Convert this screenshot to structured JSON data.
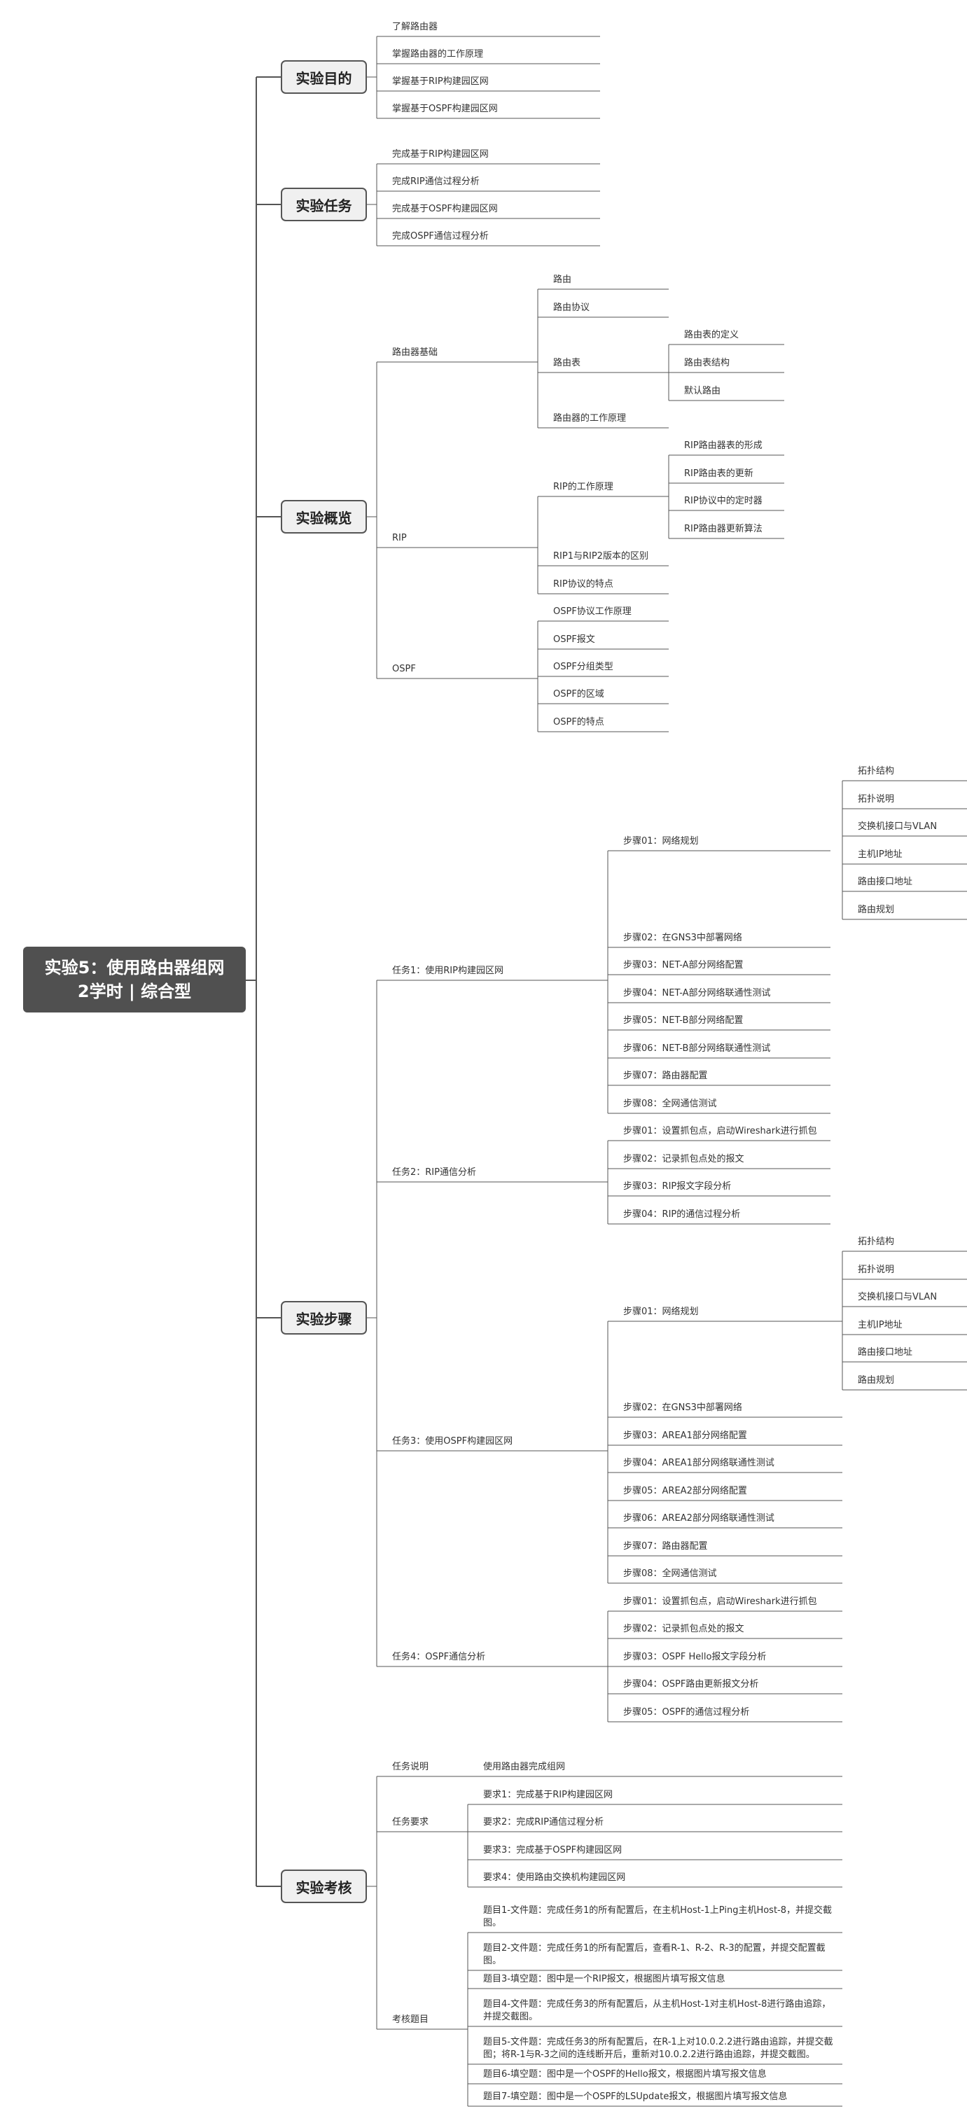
{
  "root": {
    "line1": "实验5：使用路由器组网",
    "line2": "2学时 | 综合型"
  },
  "mindmap": {
    "branches": [
      {
        "label": "实验目的",
        "children": [
          {
            "label": "了解路由器"
          },
          {
            "label": "掌握路由器的工作原理"
          },
          {
            "label": "掌握基于RIP构建园区网"
          },
          {
            "label": "掌握基于OSPF构建园区网"
          }
        ]
      },
      {
        "label": "实验任务",
        "children": [
          {
            "label": "完成基于RIP构建园区网"
          },
          {
            "label": "完成RIP通信过程分析"
          },
          {
            "label": "完成基于OSPF构建园区网"
          },
          {
            "label": "完成OSPF通信过程分析"
          }
        ]
      },
      {
        "label": "实验概览",
        "children": [
          {
            "label": "路由器基础",
            "children": [
              {
                "label": "路由"
              },
              {
                "label": "路由协议"
              },
              {
                "label": "路由表",
                "children": [
                  {
                    "label": "路由表的定义"
                  },
                  {
                    "label": "路由表结构"
                  },
                  {
                    "label": "默认路由"
                  }
                ]
              },
              {
                "label": "路由器的工作原理"
              }
            ]
          },
          {
            "label": "RIP",
            "children": [
              {
                "label": "RIP的工作原理",
                "children": [
                  {
                    "label": "RIP路由器表的形成"
                  },
                  {
                    "label": "RIP路由表的更新"
                  },
                  {
                    "label": "RIP协议中的定时器"
                  },
                  {
                    "label": "RIP路由器更新算法"
                  }
                ]
              },
              {
                "label": "RIP1与RIP2版本的区别"
              },
              {
                "label": "RIP协议的特点"
              }
            ]
          },
          {
            "label": "OSPF",
            "children": [
              {
                "label": "OSPF协议工作原理"
              },
              {
                "label": "OSPF报文"
              },
              {
                "label": "OSPF分组类型"
              },
              {
                "label": "OSPF的区域"
              },
              {
                "label": "OSPF的特点"
              }
            ]
          }
        ]
      },
      {
        "label": "实验步骤",
        "children": [
          {
            "label": "任务1：使用RIP构建园区网",
            "children": [
              {
                "label": "步骤01：网络规划",
                "children": [
                  {
                    "label": "拓扑结构"
                  },
                  {
                    "label": "拓扑说明"
                  },
                  {
                    "label": "交换机接口与VLAN"
                  },
                  {
                    "label": "主机IP地址"
                  },
                  {
                    "label": "路由接口地址"
                  },
                  {
                    "label": "路由规划"
                  }
                ]
              },
              {
                "label": "步骤02：在GNS3中部署网络"
              },
              {
                "label": "步骤03：NET-A部分网络配置"
              },
              {
                "label": "步骤04：NET-A部分网络联通性测试"
              },
              {
                "label": "步骤05：NET-B部分网络配置"
              },
              {
                "label": "步骤06：NET-B部分网络联通性测试"
              },
              {
                "label": "步骤07：路由器配置"
              },
              {
                "label": "步骤08：全网通信测试"
              }
            ]
          },
          {
            "label": "任务2：RIP通信分析",
            "children": [
              {
                "label": "步骤01：设置抓包点，启动Wireshark进行抓包"
              },
              {
                "label": "步骤02：记录抓包点处的报文"
              },
              {
                "label": "步骤03：RIP报文字段分析"
              },
              {
                "label": "步骤04：RIP的通信过程分析"
              }
            ]
          },
          {
            "label": "任务3：使用OSPF构建园区网",
            "children": [
              {
                "label": "步骤01：网络规划",
                "children": [
                  {
                    "label": "拓扑结构"
                  },
                  {
                    "label": "拓扑说明"
                  },
                  {
                    "label": "交换机接口与VLAN"
                  },
                  {
                    "label": "主机IP地址"
                  },
                  {
                    "label": "路由接口地址"
                  },
                  {
                    "label": "路由规划"
                  }
                ]
              },
              {
                "label": "步骤02：在GNS3中部署网络"
              },
              {
                "label": "步骤03：AREA1部分网络配置"
              },
              {
                "label": "步骤04：AREA1部分网络联通性测试"
              },
              {
                "label": "步骤05：AREA2部分网络配置"
              },
              {
                "label": "步骤06：AREA2部分网络联通性测试"
              },
              {
                "label": "步骤07：路由器配置"
              },
              {
                "label": "步骤08：全网通信测试"
              }
            ]
          },
          {
            "label": "任务4：OSPF通信分析",
            "children": [
              {
                "label": "步骤01：设置抓包点，启动Wireshark进行抓包"
              },
              {
                "label": "步骤02：记录抓包点处的报文"
              },
              {
                "label": "步骤03：OSPF Hello报文字段分析"
              },
              {
                "label": "步骤04：OSPF路由更新报文分析"
              },
              {
                "label": "步骤05：OSPF的通信过程分析"
              }
            ]
          }
        ]
      },
      {
        "label": "实验考核",
        "children": [
          {
            "label": "任务说明",
            "children": [
              {
                "label": "使用路由器完成组网"
              }
            ]
          },
          {
            "label": "任务要求",
            "children": [
              {
                "label": "要求1：完成基于RIP构建园区网"
              },
              {
                "label": "要求2：完成RIP通信过程分析"
              },
              {
                "label": "要求3：完成基于OSPF构建园区网"
              },
              {
                "label": "要求4：使用路由交换机构建园区网"
              }
            ]
          },
          {
            "label": "考核题目",
            "children": [
              {
                "label": "题目1-文件题：完成任务1的所有配置后，在主机Host-1上Ping主机Host-8，并提交截图。"
              },
              {
                "label": "题目2-文件题：完成任务1的所有配置后，查看R-1、R-2、R-3的配置，并提交配置截图。"
              },
              {
                "label": "题目3-填空题：图中是一个RIP报文，根据图片填写报文信息"
              },
              {
                "label": "题目4-文件题：完成任务3的所有配置后，从主机Host-1对主机Host-8进行路由追踪，并提交截图。"
              },
              {
                "label": "题目5-文件题：完成任务3的所有配置后，在R-1上对10.0.2.2进行路由追踪，并提交截图；将R-1与R-3之间的连线断开后，重新对10.0.2.2进行路由追踪，并提交截图。"
              },
              {
                "label": "题目6-填空题：图中是一个OSPF的Hello报文，根据图片填写报文信息"
              },
              {
                "label": "题目7-填空题：图中是一个OSPF的LSUpdate报文，根据图片填写报文信息"
              }
            ]
          }
        ]
      }
    ]
  }
}
